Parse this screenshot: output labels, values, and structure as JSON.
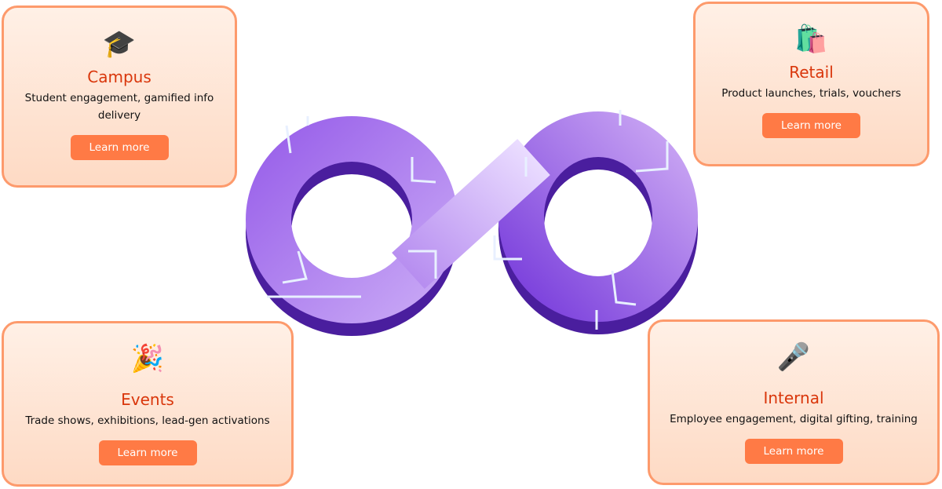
{
  "cards": [
    {
      "icon": "🎓",
      "title": "Campus",
      "desc": "Student engagement, gamified info delivery",
      "button": "Learn more"
    },
    {
      "icon": "🛍️",
      "title": "Retail",
      "desc": "Product launches, trials, vouchers",
      "button": "Learn more"
    },
    {
      "icon": "🎉",
      "title": "Events",
      "desc": "Trade shows, exhibitions, lead-gen activations",
      "button": "Learn more"
    },
    {
      "icon": "🎤",
      "title": "Internal",
      "desc": "Employee engagement, digital gifting, training",
      "button": "Learn more"
    }
  ],
  "colors": {
    "accent": "#ff7a45",
    "title": "#d9360b",
    "border": "#fd9a6c",
    "purple": "#8a4fe0",
    "purple_dark": "#4a1e9e"
  }
}
